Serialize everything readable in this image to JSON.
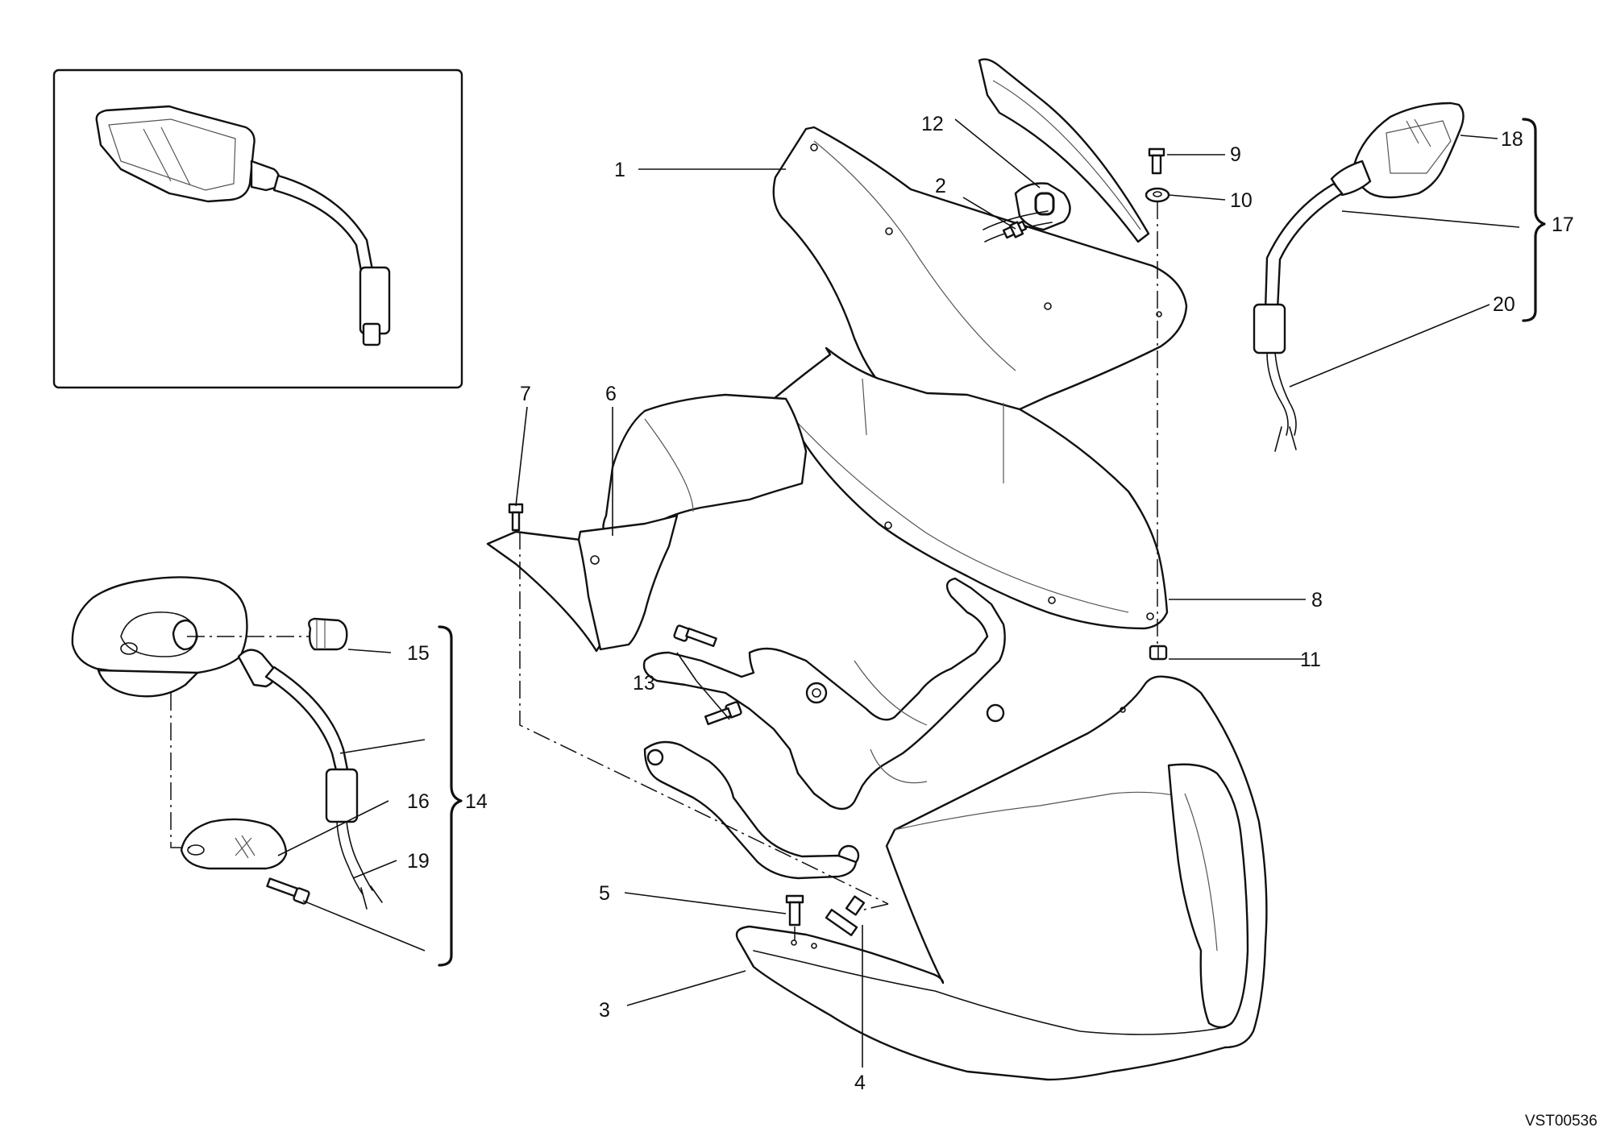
{
  "diagram": {
    "drawing_code": "VST00536",
    "callouts": {
      "c1": "1",
      "c2": "2",
      "c3": "3",
      "c4": "4",
      "c5": "5",
      "c6": "6",
      "c7": "7",
      "c8": "8",
      "c9": "9",
      "c10": "10",
      "c11": "11",
      "c12": "12",
      "c13": "13",
      "c14": "14",
      "c15": "15",
      "c16": "16",
      "c17": "17",
      "c18": "18",
      "c19": "19",
      "c20": "20"
    }
  }
}
